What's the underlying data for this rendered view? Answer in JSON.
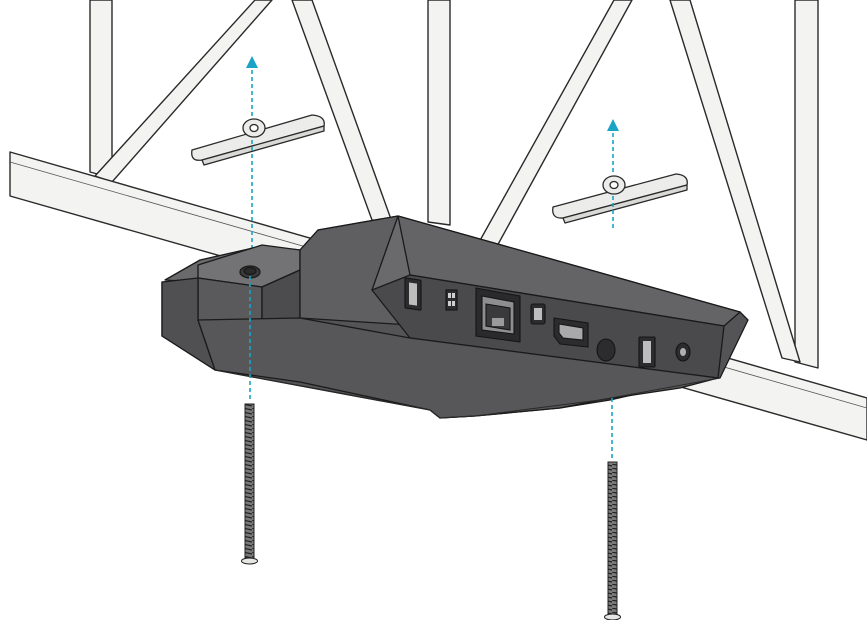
{
  "diagram": {
    "kind": "mounting-illustration",
    "subject": "device-mounted-under-truss-beam",
    "colors": {
      "device_body": "#5d5d60",
      "device_top": "#6b6b6e",
      "device_dark": "#3a3a3c",
      "device_outline": "#1a1a1a",
      "truss_fill": "#f3f3f1",
      "truss_outline": "#2a2a2a",
      "wing_nut_fill": "#ececea",
      "guide_line": "#1ba3c6",
      "screw": "#555555"
    },
    "parts": {
      "wing_nut_count": 2,
      "screw_count": 2,
      "guide_arrow_count": 2,
      "ports_on_device_face": [
        "usb",
        "dip-switch",
        "ethernet",
        "mini-displayport",
        "hdmi",
        "audio",
        "usb",
        "power"
      ]
    }
  }
}
